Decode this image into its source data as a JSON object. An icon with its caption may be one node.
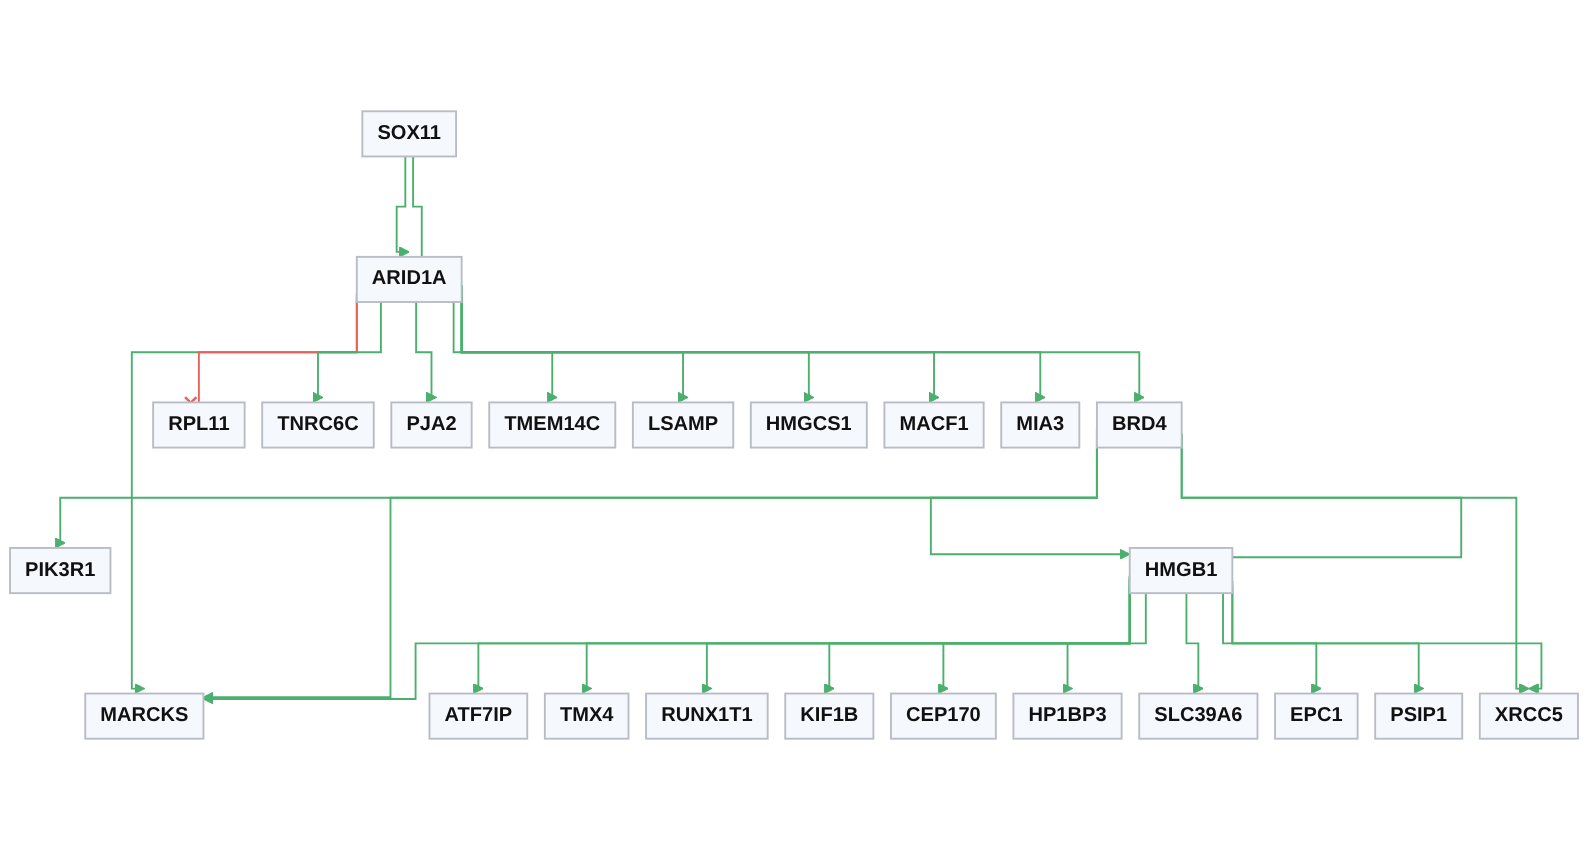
{
  "diagram": {
    "nodes": [
      {
        "text": [
          "SOX11"
        ]
      },
      {
        "text": [
          "ARID1A"
        ]
      },
      {
        "text": [
          "BRD4"
        ]
      },
      {
        "text": [
          "RPL11"
        ]
      },
      {
        "text": [
          "TNRC6C"
        ]
      },
      {
        "text": [
          "PJA2"
        ]
      },
      {
        "text": [
          "TMEM14C"
        ]
      },
      {
        "text": [
          "LSAMP"
        ]
      },
      {
        "text": [
          "HMGCS1"
        ]
      },
      {
        "text": [
          "MACF1"
        ]
      },
      {
        "text": [
          "MIA3"
        ]
      },
      {
        "text": [
          "PIK3R1"
        ]
      },
      {
        "text": [
          "HMGB1"
        ]
      },
      {
        "text": [
          "MARCKS"
        ]
      },
      {
        "text": [
          "ATF7IP"
        ]
      },
      {
        "text": [
          "TMX4"
        ]
      },
      {
        "text": [
          "RUNX1T1"
        ]
      },
      {
        "text": [
          "KIF1B"
        ]
      },
      {
        "text": [
          "CEP170"
        ]
      },
      {
        "text": [
          "HP1BP3"
        ]
      },
      {
        "text": [
          "SLC39A6"
        ]
      },
      {
        "text": [
          "EPC1"
        ]
      },
      {
        "text": [
          "PSIP1"
        ]
      },
      {
        "text": [
          "XRCC5"
        ]
      }
    ],
    "edges": [
      {
        "from": 0,
        "to": 1,
        "arrow": "to"
      },
      {
        "from": 1,
        "to": 0,
        "arrow": "none"
      },
      {
        "from": 1,
        "to": 13,
        "arrow": "to"
      },
      {
        "from": 1,
        "to": 2,
        "arrow": "to"
      },
      {
        "from": 1,
        "to": 3,
        "arrow": "other",
        "color": "#e8625a"
      },
      {
        "from": 1,
        "to": 4,
        "arrow": "to"
      },
      {
        "from": 1,
        "to": 5,
        "arrow": "to"
      },
      {
        "from": 1,
        "to": 6,
        "arrow": "to"
      },
      {
        "from": 1,
        "to": 7,
        "arrow": "to"
      },
      {
        "from": 1,
        "to": 8,
        "arrow": "to"
      },
      {
        "from": 1,
        "to": 9,
        "arrow": "to"
      },
      {
        "from": 1,
        "to": 10,
        "arrow": "to"
      },
      {
        "from": 2,
        "to": 11,
        "arrow": "to"
      },
      {
        "from": 2,
        "to": 12,
        "arrow": "to"
      },
      {
        "from": 12,
        "to": 2,
        "arrow": "none"
      },
      {
        "from": 2,
        "to": 13,
        "arrow": "to"
      },
      {
        "from": 2,
        "to": 23,
        "arrow": "to"
      },
      {
        "from": 12,
        "to": 13,
        "arrow": "to"
      },
      {
        "from": 12,
        "to": 14,
        "arrow": "to"
      },
      {
        "from": 12,
        "to": 15,
        "arrow": "to"
      },
      {
        "from": 12,
        "to": 16,
        "arrow": "to"
      },
      {
        "from": 12,
        "to": 17,
        "arrow": "to"
      },
      {
        "from": 12,
        "to": 18,
        "arrow": "to"
      },
      {
        "from": 12,
        "to": 19,
        "arrow": "to"
      },
      {
        "from": 12,
        "to": 20,
        "arrow": "to"
      },
      {
        "from": 12,
        "to": 21,
        "arrow": "to"
      },
      {
        "from": 12,
        "to": 22,
        "arrow": "to"
      },
      {
        "from": 12,
        "to": 23,
        "arrow": "to"
      }
    ]
  }
}
